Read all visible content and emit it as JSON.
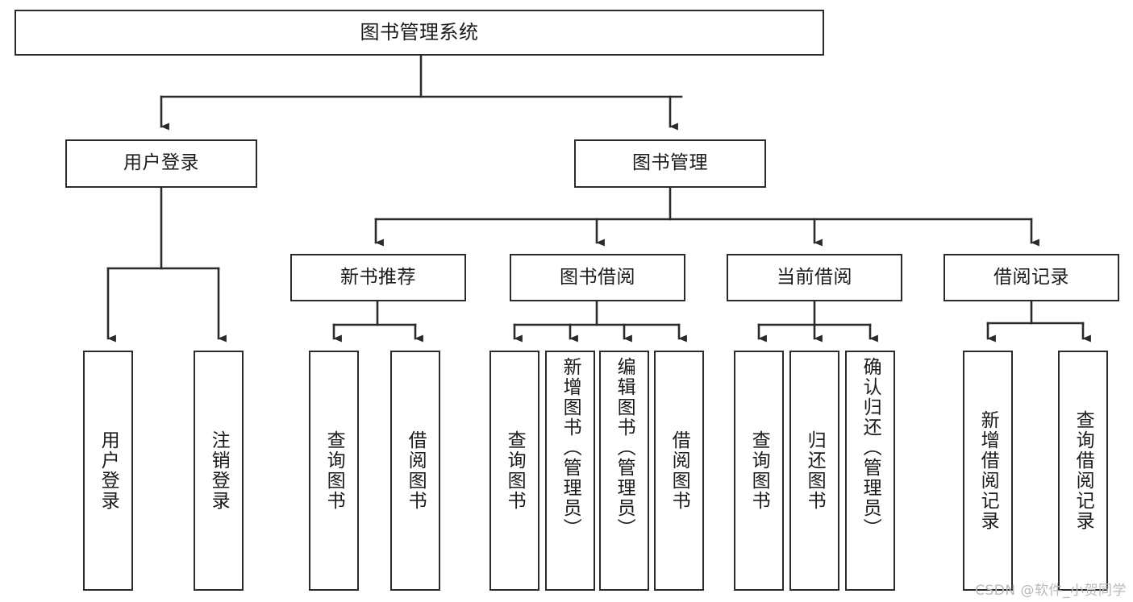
{
  "diagram": {
    "title": "图书管理系统",
    "watermark": "CSDN @软件_小贺同学",
    "line_color": "#2b2b2b",
    "box_fill": "#ffffff",
    "text_color": "#1a1a1a",
    "watermark_color": "#b9b9b9"
  },
  "nodes": {
    "root": {
      "label": "图书管理系统"
    },
    "level1": [
      {
        "id": "user-login",
        "label": "用户登录"
      },
      {
        "id": "book-manage",
        "label": "图书管理"
      }
    ],
    "level2": [
      {
        "id": "new-book-recommend",
        "label": "新书推荐"
      },
      {
        "id": "book-borrow",
        "label": "图书借阅"
      },
      {
        "id": "current-borrow",
        "label": "当前借阅"
      },
      {
        "id": "borrow-record",
        "label": "借阅记录"
      }
    ],
    "leaves": {
      "user-login": [
        {
          "id": "leaf-user-login",
          "label": "用户登录"
        },
        {
          "id": "leaf-logout-login",
          "label": "注销登录"
        }
      ],
      "new-book-recommend": [
        {
          "id": "leaf-query-book-1",
          "label": "查询图书"
        },
        {
          "id": "leaf-borrow-book-1",
          "label": "借阅图书"
        }
      ],
      "book-borrow": [
        {
          "id": "leaf-query-book-2",
          "label": "查询图书"
        },
        {
          "id": "leaf-add-book-admin",
          "label": "新增图书（管理员）"
        },
        {
          "id": "leaf-edit-book-admin",
          "label": "编辑图书（管理员）"
        },
        {
          "id": "leaf-borrow-book-2",
          "label": "借阅图书"
        }
      ],
      "current-borrow": [
        {
          "id": "leaf-query-book-3",
          "label": "查询图书"
        },
        {
          "id": "leaf-return-book",
          "label": "归还图书"
        },
        {
          "id": "leaf-confirm-return-admin",
          "label": "确认归还（管理员）"
        }
      ],
      "borrow-record": [
        {
          "id": "leaf-add-borrow-record",
          "label": "新增借阅记录"
        },
        {
          "id": "leaf-query-borrow-record",
          "label": "查询借阅记录"
        }
      ]
    }
  }
}
